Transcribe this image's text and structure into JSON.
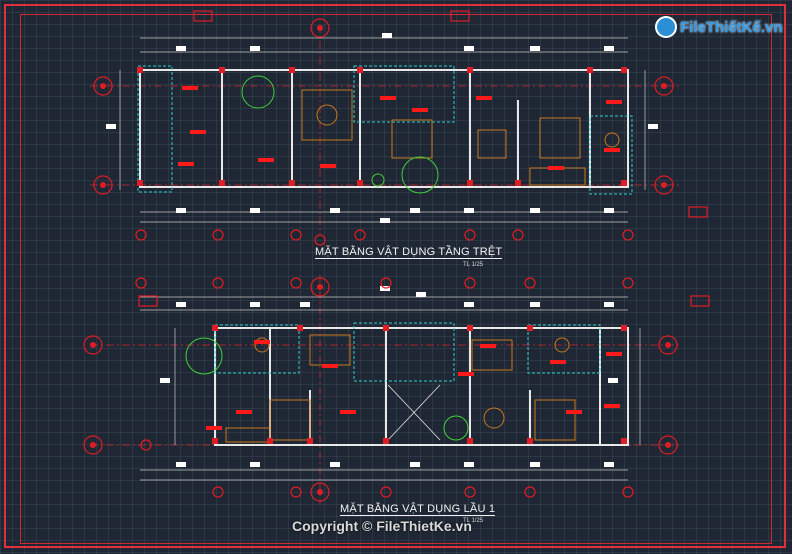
{
  "watermark": {
    "logo_text": "FileThiếtKế.vn",
    "copyright": "Copyright © FileThietKe.vn"
  },
  "plans": [
    {
      "title": "MẶT BẰNG VẬT DỤNG TẦNG TRỆT",
      "scale": "TL 1/25"
    },
    {
      "title": "MẶT BẰNG VẬT DỤNG LẦU 1",
      "scale": "TL 1/25"
    }
  ],
  "colors": {
    "background": "#1e2733",
    "frame": "#e0303a",
    "wall": "#e8e8e8",
    "column": "#e01c24",
    "furniture": "#c8781e",
    "selection": "#2bd0d0",
    "plant": "#3fd13a",
    "label": "#ff1a1a",
    "dim": "#ffffff"
  }
}
